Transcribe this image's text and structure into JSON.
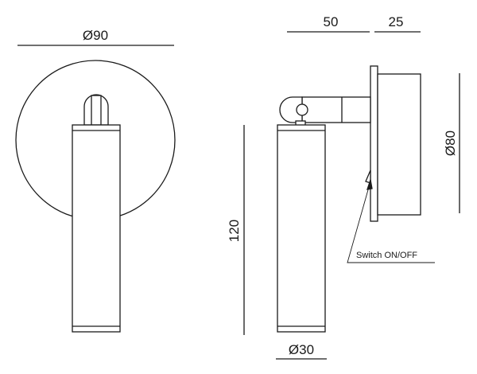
{
  "front_view": {
    "diameter_label": "Ø90"
  },
  "side_view": {
    "depth_label": "50",
    "plate_label": "25",
    "height_label": "120",
    "base_diameter_label": "Ø80",
    "tube_diameter_label": "Ø30",
    "switch_label": "Switch ON/OFF"
  }
}
